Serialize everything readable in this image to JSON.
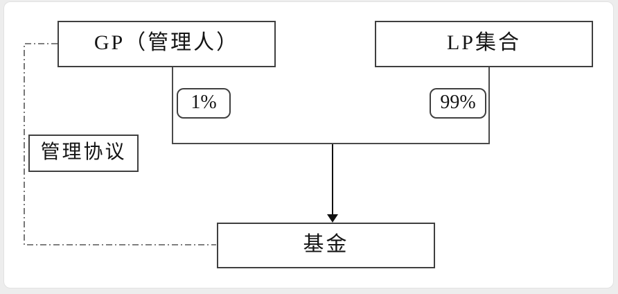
{
  "diagram": {
    "title": "fund-structure-diagram",
    "nodes": {
      "gp": {
        "label": "GP（管理人）"
      },
      "lp": {
        "label": "LP集合"
      },
      "gp_share": {
        "label": "1%"
      },
      "lp_share": {
        "label": "99%"
      },
      "agreement": {
        "label": "管理协议"
      },
      "fund": {
        "label": "基金"
      }
    },
    "relations": [
      {
        "from": "gp",
        "to": "fund",
        "via": "bracket",
        "share": "1%"
      },
      {
        "from": "lp",
        "to": "fund",
        "via": "bracket",
        "share": "99%"
      },
      {
        "from": "gp",
        "to": "fund",
        "via": "dash-dot-line",
        "meaning": "管理协议"
      }
    ],
    "colors": {
      "line": "#4a4a4a",
      "arrow": "#111111",
      "dash_line": "#555555",
      "text": "#141414",
      "box_background": "#ffffff",
      "page_frame": "#ededed"
    }
  }
}
